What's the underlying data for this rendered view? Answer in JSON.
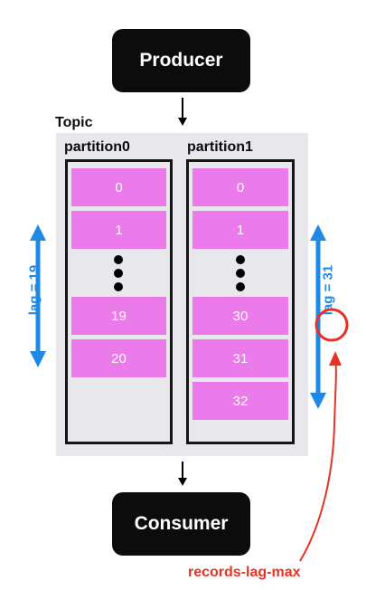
{
  "producer": {
    "label": "Producer"
  },
  "consumer": {
    "label": "Consumer"
  },
  "topic": {
    "label": "Topic"
  },
  "partitions": [
    {
      "label": "partition0",
      "offsets_top": [
        "0",
        "1"
      ],
      "offsets_bottom": [
        "19",
        "20"
      ],
      "lag_label": "lag = 19"
    },
    {
      "label": "partition1",
      "offsets_top": [
        "0",
        "1"
      ],
      "offsets_bottom": [
        "30",
        "31",
        "32"
      ],
      "lag_label": "lag = 31"
    }
  ],
  "annotation": {
    "label": "records-lag-max"
  },
  "colors": {
    "cell": "#eb7bea",
    "lag_arrow": "#1e88e5",
    "annotation": "#e53224",
    "dark_box": "#0c0c0c"
  }
}
